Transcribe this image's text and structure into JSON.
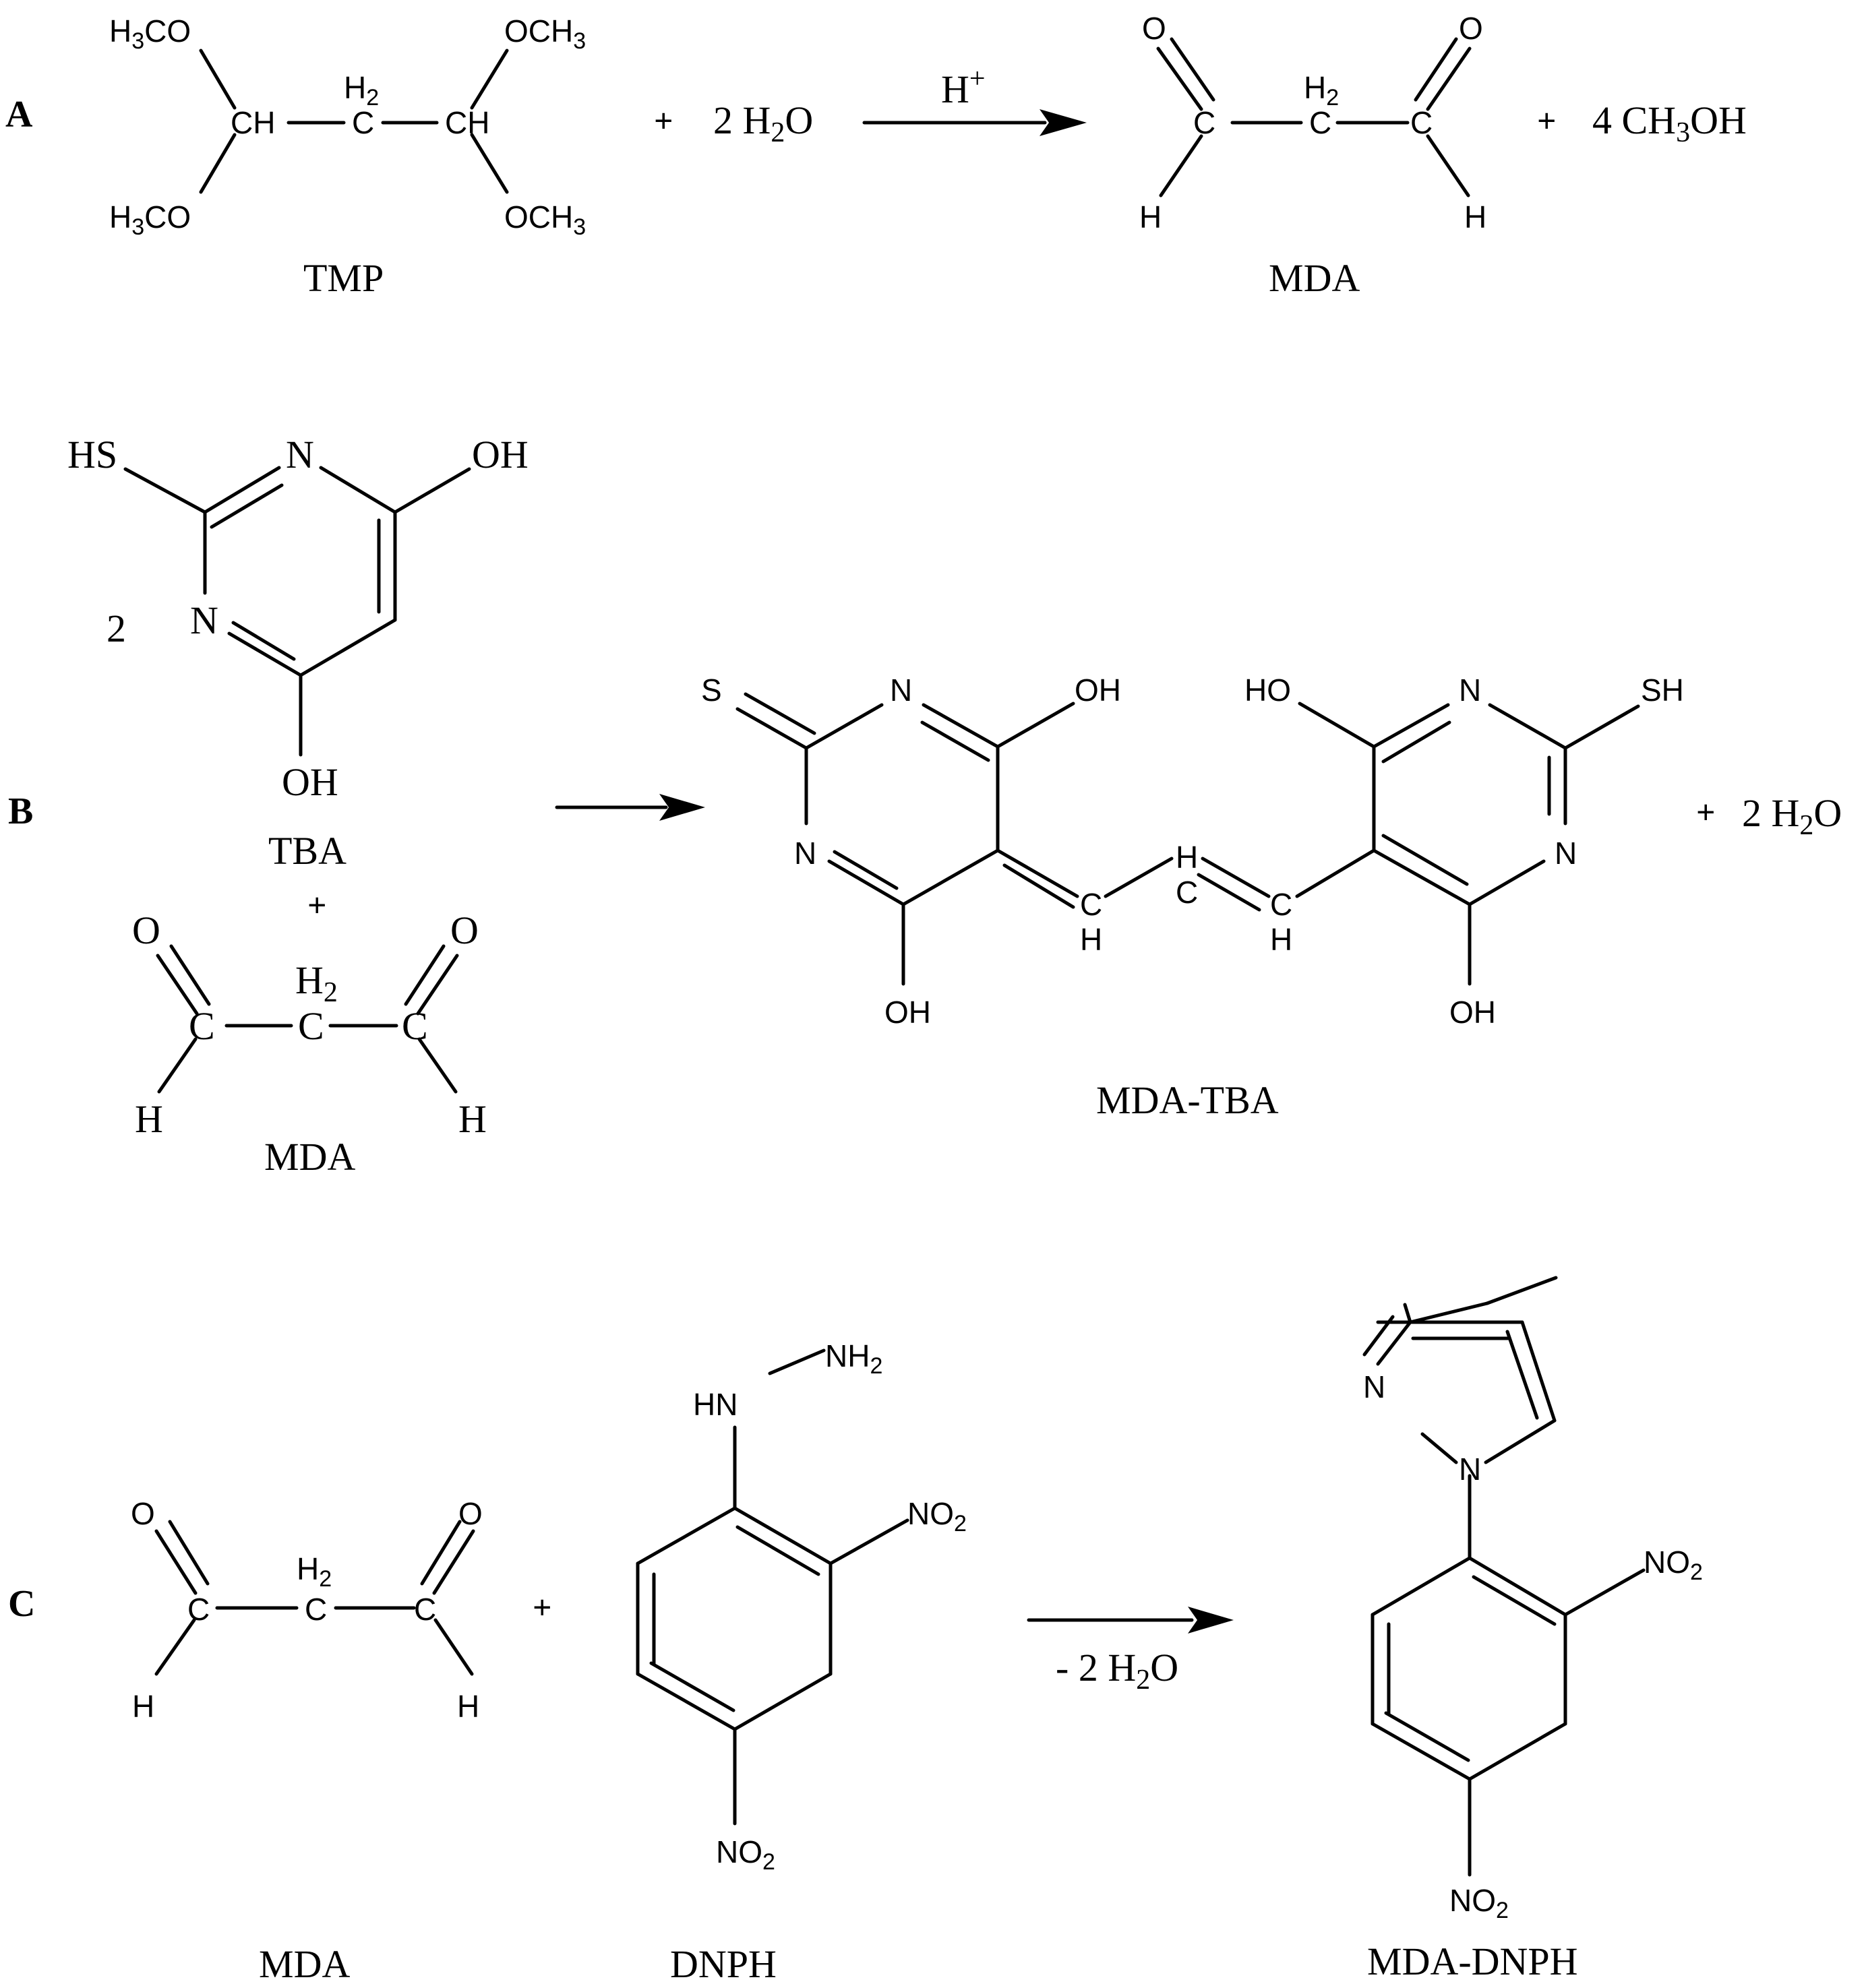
{
  "panels": {
    "A": {
      "letter": "A",
      "reactant_name": "TMP",
      "plus_1": "+",
      "water": "2 H",
      "water_sub": "2",
      "water_tail": "O",
      "catalyst": "H",
      "catalyst_sup": "+",
      "product_name": "MDA",
      "plus_2": "+",
      "methanol_1": "4 CH",
      "methanol_sub": "3",
      "methanol_2": "OH"
    },
    "B": {
      "letter": "B",
      "coefficient": "2",
      "tba_name": "TBA",
      "plus": "+",
      "mda_name": "MDA",
      "product_name": "MDA-TBA",
      "plus_water": "+",
      "water": "2 H",
      "water_sub": "2",
      "water_tail": "O"
    },
    "C": {
      "letter": "C",
      "mda_name": "MDA",
      "plus": "+",
      "dnph_name": "DNPH",
      "arrow_label": "- 2 H",
      "arrow_label_sub": "2",
      "arrow_label_tail": "O",
      "product_name": "MDA-DNPH"
    }
  },
  "atoms": {
    "H3CO": "H",
    "H3CO_sub": "3",
    "H3CO_tail": "CO",
    "OCH3": "OCH",
    "OCH3_sub": "3",
    "CH": "CH",
    "C": "C",
    "H": "H",
    "H2": "H",
    "H2_sub": "2",
    "O": "O",
    "N": "N",
    "S": "S",
    "HS": "HS",
    "SH": "SH",
    "OH": "OH",
    "HO": "HO",
    "HN": "HN",
    "NH2": "NH",
    "NH2_sub": "2",
    "NO2": "NO",
    "NO2_sub": "2"
  }
}
